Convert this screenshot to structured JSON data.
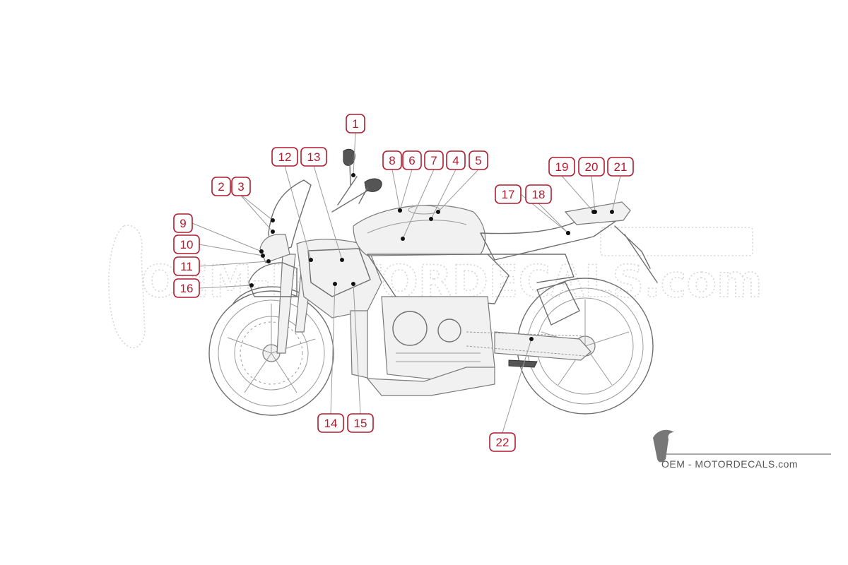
{
  "callouts": [
    {
      "label": "1",
      "box": [
        490,
        162
      ],
      "target": [
        500,
        248
      ]
    },
    {
      "label": "2",
      "box": [
        300,
        251
      ],
      "target": [
        386,
        312
      ]
    },
    {
      "label": "3",
      "box": [
        328,
        251
      ],
      "target": [
        386,
        328
      ]
    },
    {
      "label": "4",
      "box": [
        632,
        214
      ],
      "target": [
        610,
        310
      ]
    },
    {
      "label": "5",
      "box": [
        664,
        214
      ],
      "target": [
        620,
        300
      ]
    },
    {
      "label": "6",
      "box": [
        570,
        214
      ],
      "target": [
        566,
        298
      ]
    },
    {
      "label": "7",
      "box": [
        601,
        214
      ],
      "target": [
        570,
        338
      ]
    },
    {
      "label": "8",
      "box": [
        542,
        214
      ],
      "target": [
        566,
        298
      ]
    },
    {
      "label": "9",
      "box": [
        246,
        303
      ],
      "target": [
        370,
        356
      ]
    },
    {
      "label": "10",
      "box": [
        246,
        333
      ],
      "target": [
        372,
        362
      ]
    },
    {
      "label": "11",
      "box": [
        246,
        364
      ],
      "target": [
        380,
        370
      ]
    },
    {
      "label": "12",
      "box": [
        385,
        209
      ],
      "target": [
        440,
        368
      ]
    },
    {
      "label": "13",
      "box": [
        426,
        209
      ],
      "target": [
        484,
        368
      ]
    },
    {
      "label": "14",
      "box": [
        450,
        586
      ],
      "target": [
        474,
        402
      ]
    },
    {
      "label": "15",
      "box": [
        492,
        586
      ],
      "target": [
        500,
        402
      ]
    },
    {
      "label": "16",
      "box": [
        246,
        395
      ],
      "target": [
        356,
        404
      ]
    },
    {
      "label": "17",
      "box": [
        701,
        262
      ],
      "target": [
        804,
        330
      ]
    },
    {
      "label": "18",
      "box": [
        744,
        262
      ],
      "target": [
        804,
        330
      ]
    },
    {
      "label": "19",
      "box": [
        777,
        223
      ],
      "target": [
        840,
        300
      ]
    },
    {
      "label": "20",
      "box": [
        819,
        223
      ],
      "target": [
        842,
        300
      ]
    },
    {
      "label": "21",
      "box": [
        860,
        223
      ],
      "target": [
        866,
        300
      ]
    },
    {
      "label": "22",
      "box": [
        693,
        613
      ],
      "target": [
        752,
        480
      ]
    }
  ],
  "watermark": {
    "line1": "OEM-MOTORDECALS.com"
  },
  "brand": {
    "text": "OEM - MOTORDECALS.com"
  }
}
